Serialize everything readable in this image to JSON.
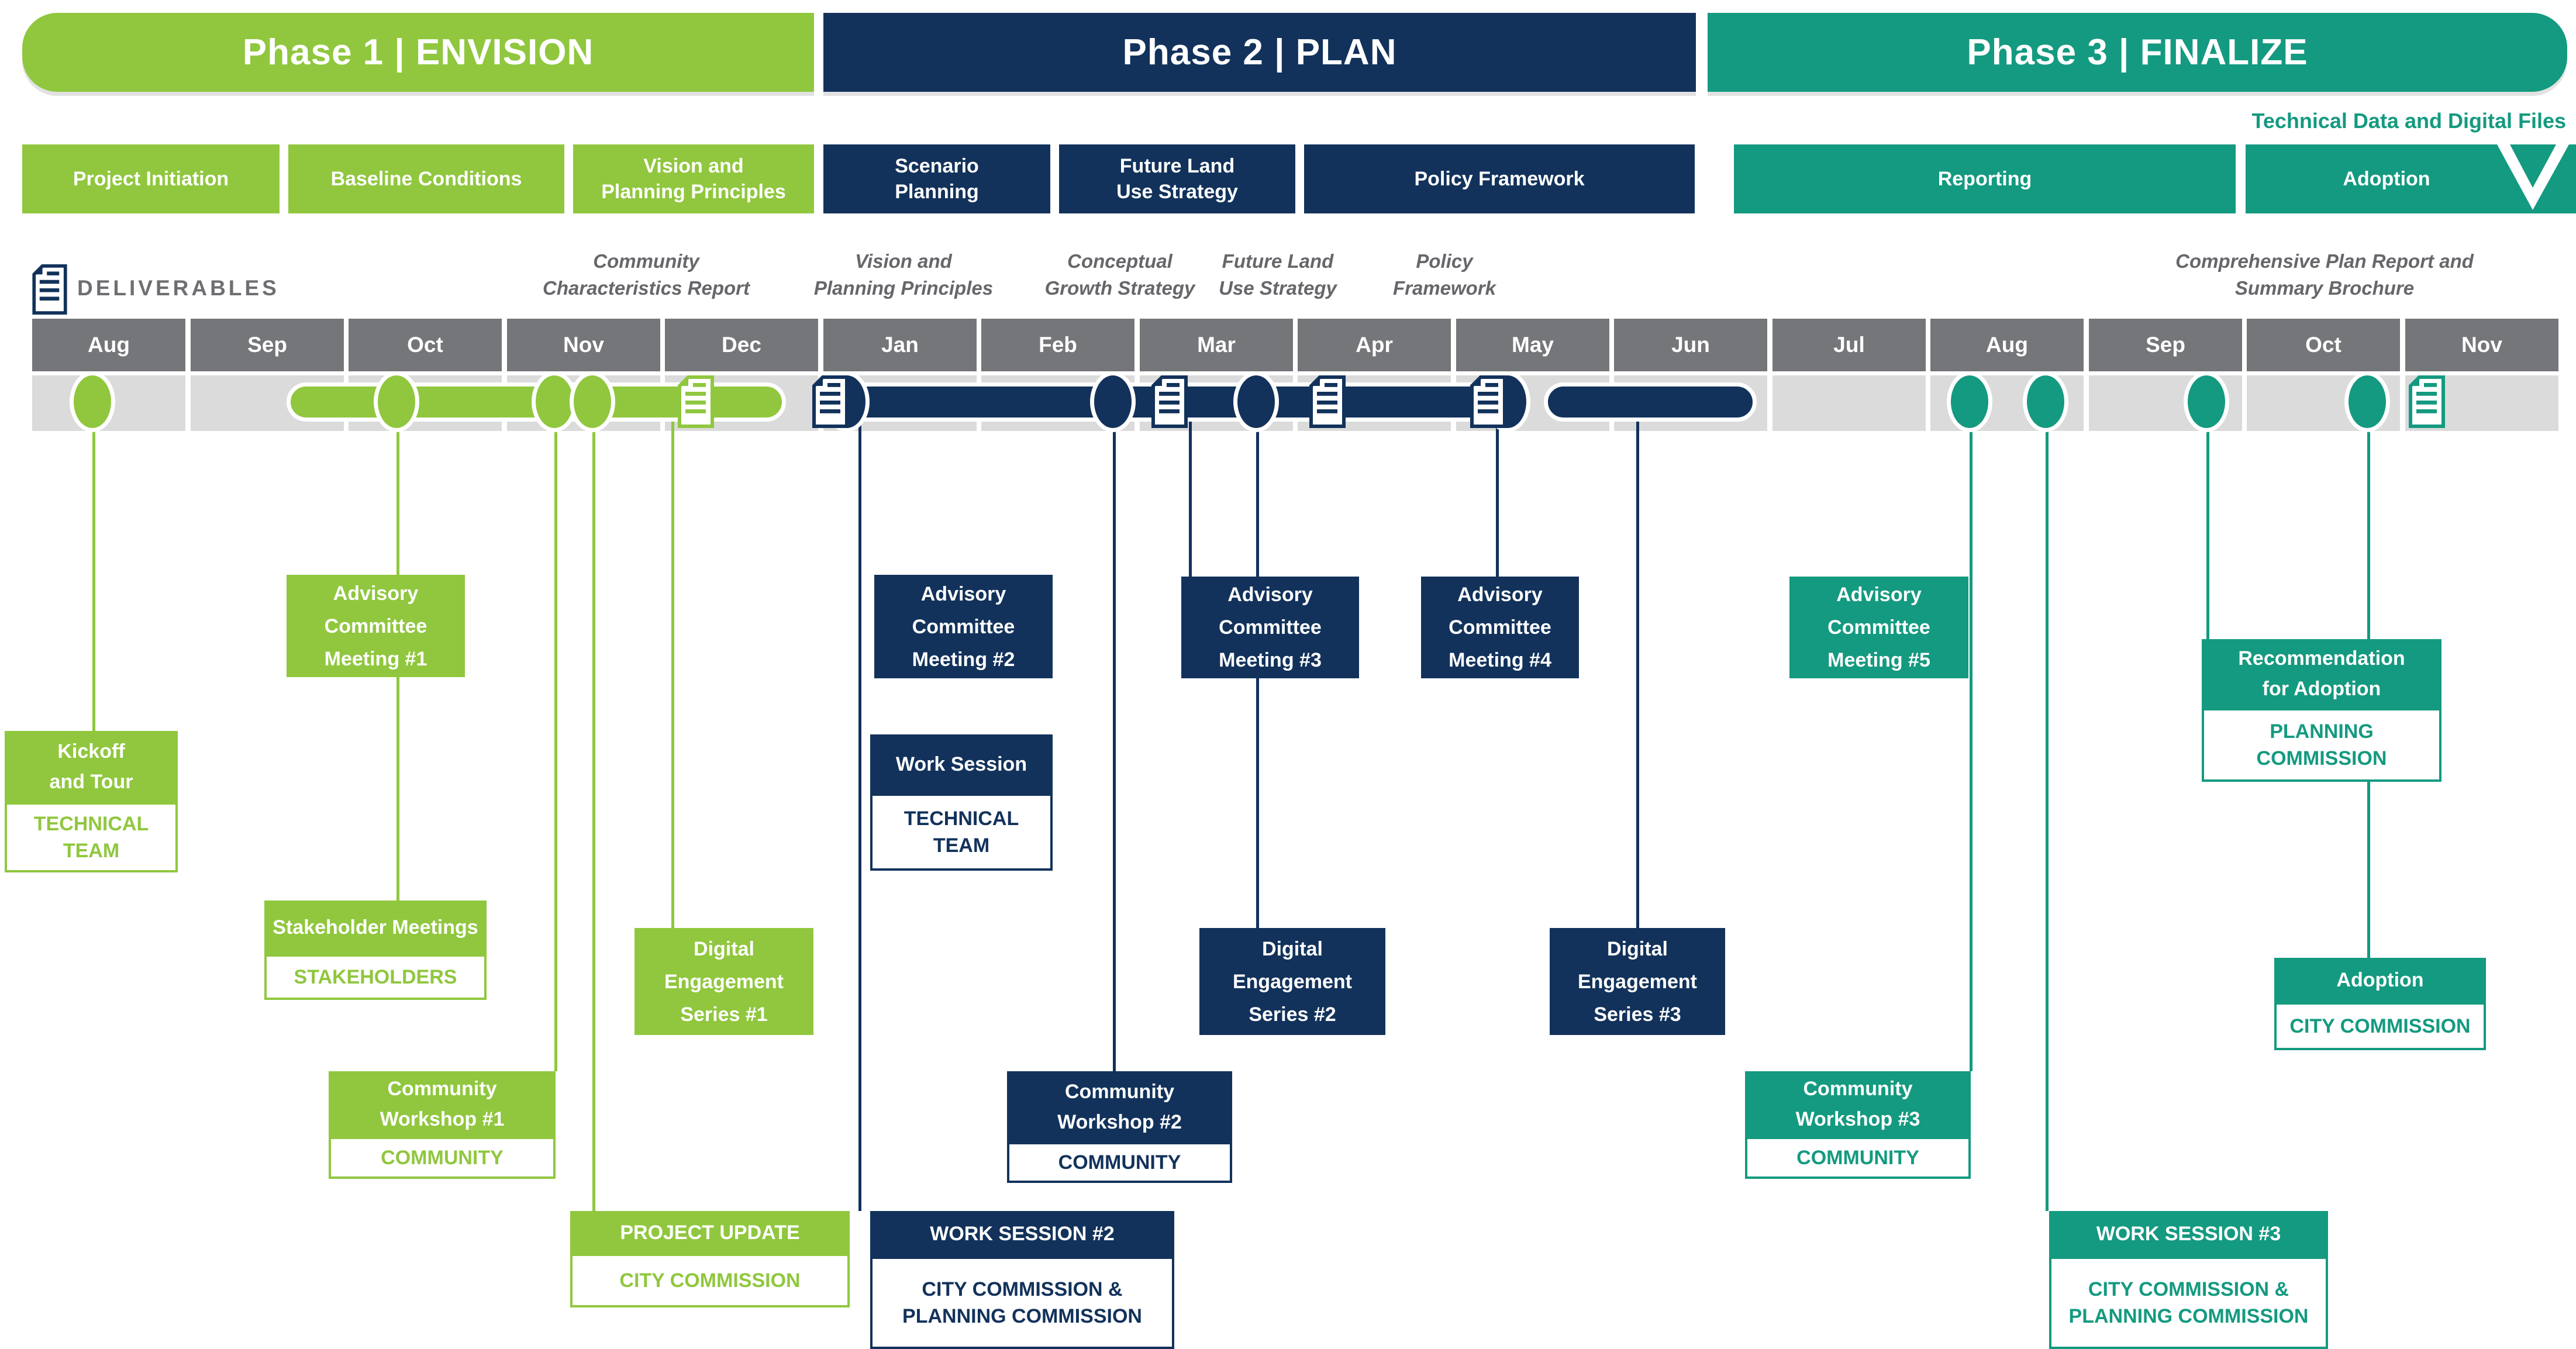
{
  "colors": {
    "green": "#90C73E",
    "navy": "#12325B",
    "teal": "#149A80",
    "month_gray": "#757679",
    "row_gray": "#DBDBDC",
    "label_gray": "#66676B"
  },
  "phases": [
    {
      "label": "Phase 1 | ENVISION"
    },
    {
      "label": "Phase 2 | PLAN"
    },
    {
      "label": "Phase 3 | FINALIZE"
    }
  ],
  "subphases": [
    {
      "label": "Project Initiation"
    },
    {
      "label": "Baseline Conditions"
    },
    {
      "label": "Vision and\nPlanning Principles"
    },
    {
      "label": "Scenario\nPlanning"
    },
    {
      "label": "Future Land\nUse Strategy"
    },
    {
      "label": "Policy Framework"
    },
    {
      "label": "Reporting"
    },
    {
      "label": "Adoption"
    }
  ],
  "technical_files_note": "Technical Data and Digital Files",
  "deliverables": {
    "label": "DELIVERABLES",
    "milestones": [
      {
        "label": "Community\nCharacteristics Report"
      },
      {
        "label": "Vision and\nPlanning Principles"
      },
      {
        "label": "Conceptual\nGrowth Strategy"
      },
      {
        "label": "Future Land\nUse Strategy"
      },
      {
        "label": "Policy\nFramework"
      },
      {
        "label": "Comprehensive Plan Report and\nSummary Brochure"
      }
    ]
  },
  "months": [
    "Aug",
    "Sep",
    "Oct",
    "Nov",
    "Dec",
    "Jan",
    "Feb",
    "Mar",
    "Apr",
    "May",
    "Jun",
    "Jul",
    "Aug",
    "Sep",
    "Oct",
    "Nov"
  ],
  "events": {
    "kickoff": {
      "title": "Kickoff\nand Tour",
      "audience": "TECHNICAL\nTEAM"
    },
    "advisory1": {
      "title": "Advisory\nCommittee\nMeeting #1"
    },
    "stakeholder_meetings": {
      "title": "Stakeholder Meetings",
      "audience": "STAKEHOLDERS"
    },
    "community_workshop_1": {
      "title": "Community\nWorkshop #1",
      "audience": "COMMUNITY"
    },
    "digital_engagement_1": {
      "title": "Digital\nEngagement\nSeries #1"
    },
    "project_update": {
      "title": "PROJECT UPDATE",
      "audience": "CITY COMMISSION"
    },
    "advisory2": {
      "title": "Advisory\nCommittee\nMeeting #2"
    },
    "work_session": {
      "title": "Work Session",
      "audience": "TECHNICAL\nTEAM"
    },
    "community_workshop_2": {
      "title": "Community\nWorkshop #2",
      "audience": "COMMUNITY"
    },
    "work_session_2": {
      "title": "WORK SESSION #2",
      "audience": "CITY COMMISSION &\nPLANNING COMMISSION"
    },
    "advisory3": {
      "title": "Advisory\nCommittee\nMeeting #3"
    },
    "digital_engagement_2": {
      "title": "Digital\nEngagement\nSeries #2"
    },
    "advisory4": {
      "title": "Advisory\nCommittee\nMeeting #4"
    },
    "digital_engagement_3": {
      "title": "Digital\nEngagement\nSeries #3"
    },
    "advisory5": {
      "title": "Advisory\nCommittee\nMeeting #5"
    },
    "community_workshop_3": {
      "title": "Community\nWorkshop #3",
      "audience": "COMMUNITY"
    },
    "recommendation": {
      "title": "Recommendation\nfor Adoption",
      "audience": "PLANNING\nCOMMISSION"
    },
    "adoption": {
      "title": "Adoption",
      "audience": "CITY COMMISSION"
    },
    "work_session_3": {
      "title": "WORK SESSION #3",
      "audience": "CITY COMMISSION &\nPLANNING COMMISSION"
    }
  }
}
